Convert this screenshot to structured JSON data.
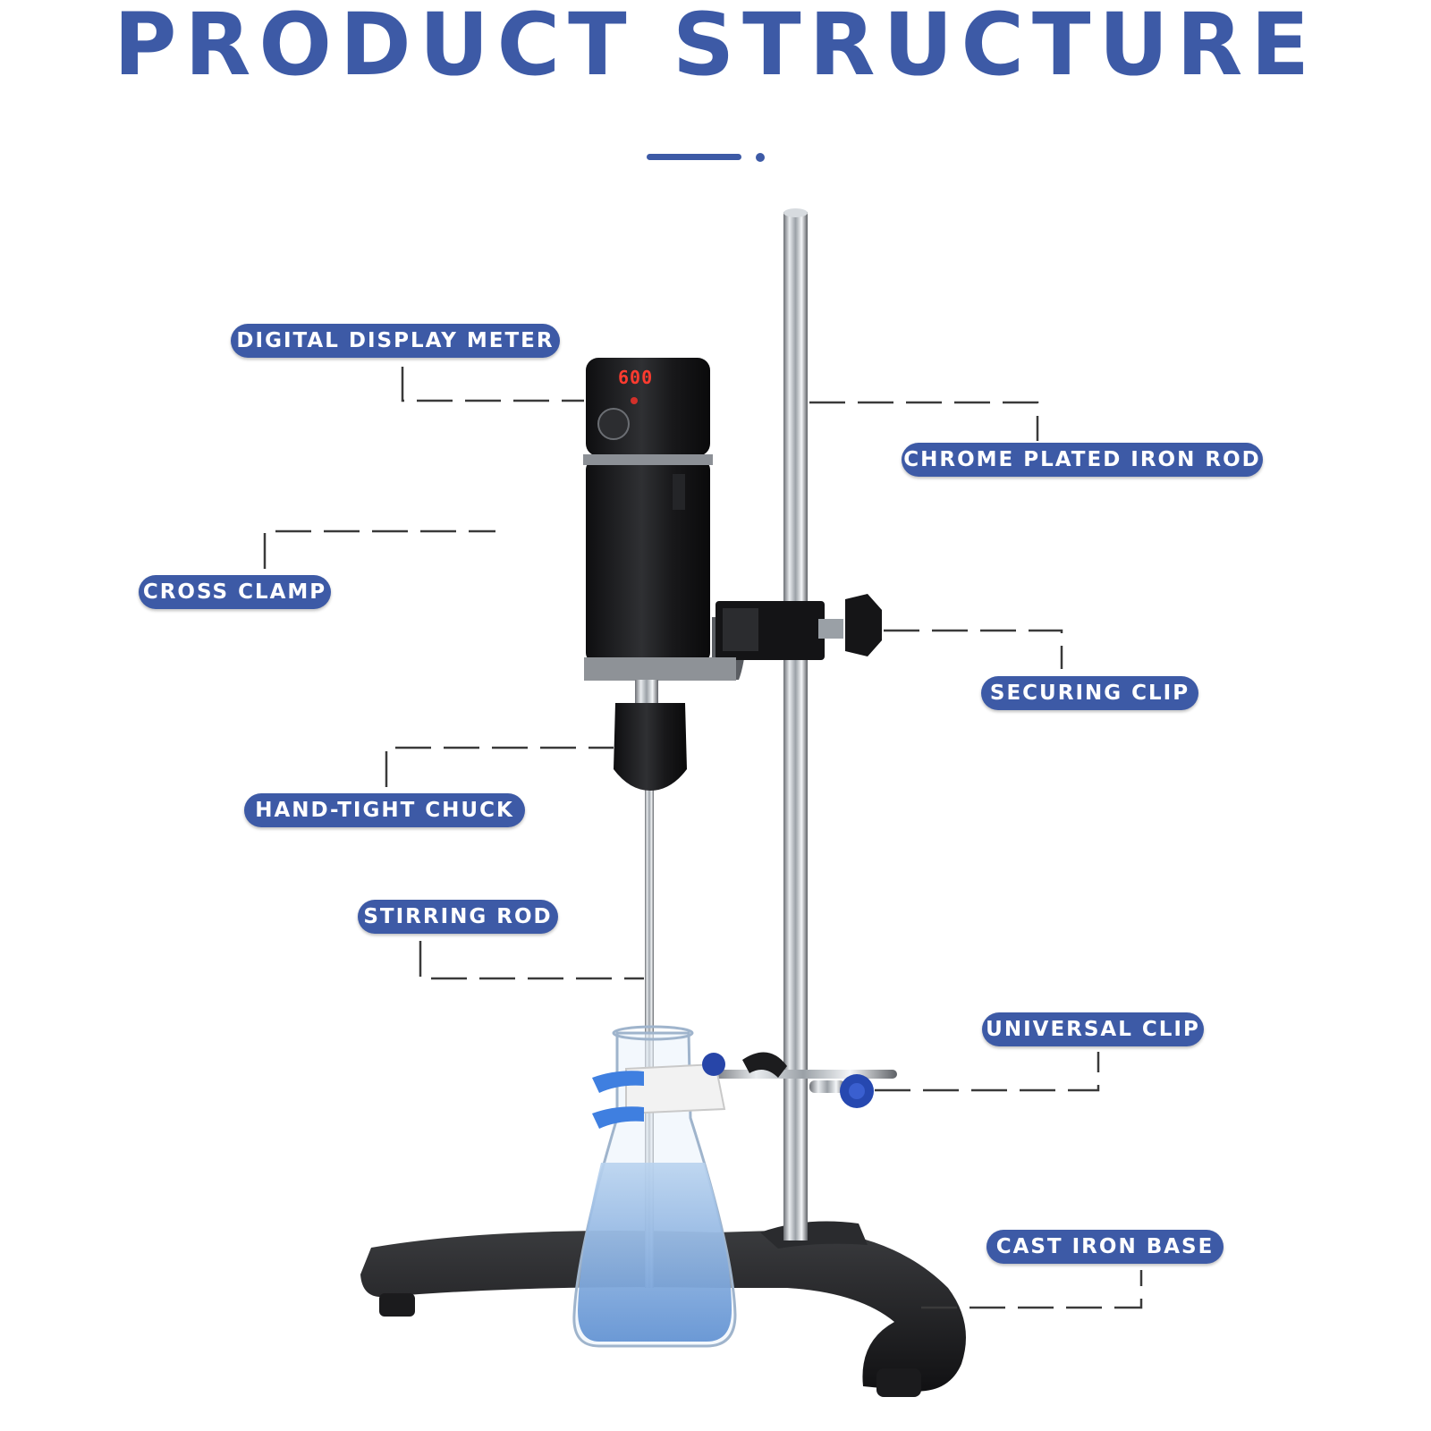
{
  "title": "PRODUCT STRUCTURE",
  "colors": {
    "accent": "#3d5aa6",
    "leader": "#3a3a3a",
    "display_digits": "#ff3b2f"
  },
  "display_reading": "600",
  "labels": {
    "digital_display_meter": "DIGITAL DISPLAY METER",
    "chrome_plated_iron_rod": "CHROME PLATED IRON ROD",
    "cross_clamp": "CROSS CLAMP",
    "securing_clip": "SECURING CLIP",
    "hand_tight_chuck": "HAND-TIGHT CHUCK",
    "stirring_rod": "STIRRING ROD",
    "universal_clip": "UNIVERSAL CLIP",
    "cast_iron_base": "CAST IRON BASE"
  }
}
